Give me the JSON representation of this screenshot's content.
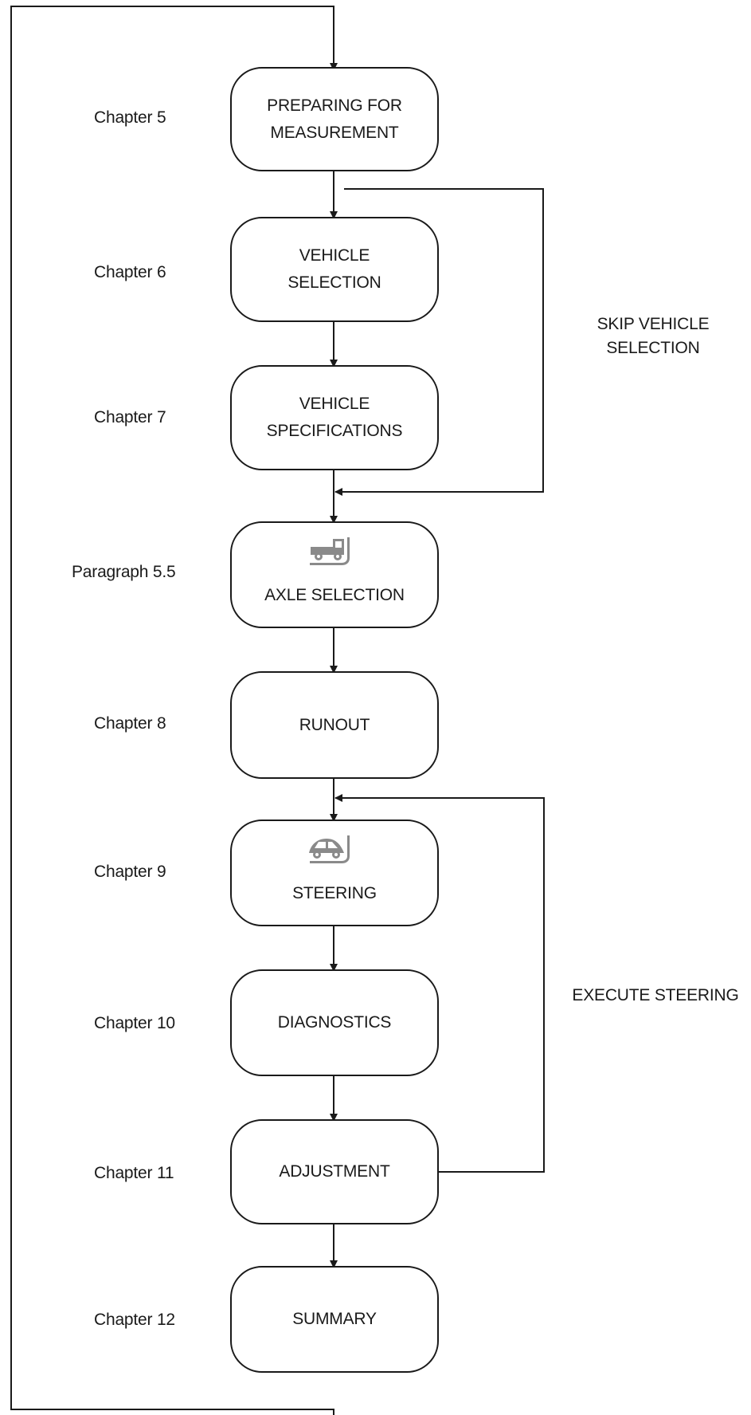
{
  "steps": [
    {
      "label": "PREPARING FOR\nMEASUREMENT",
      "ref": "Chapter 5"
    },
    {
      "label": "VEHICLE\nSELECTION",
      "ref": "Chapter 6"
    },
    {
      "label": "VEHICLE\nSPECIFICATIONS",
      "ref": "Chapter 7"
    },
    {
      "label": "AXLE SELECTION",
      "ref": "Paragraph 5.5",
      "icon": "truck-icon"
    },
    {
      "label": "RUNOUT",
      "ref": "Chapter 8"
    },
    {
      "label": "STEERING",
      "ref": "Chapter 9",
      "icon": "car-icon"
    },
    {
      "label": "DIAGNOSTICS",
      "ref": "Chapter 10"
    },
    {
      "label": "ADJUSTMENT",
      "ref": "Chapter 11"
    },
    {
      "label": "SUMMARY",
      "ref": "Chapter 12"
    }
  ],
  "loops": {
    "skip_vehicle_selection": "SKIP VEHICLE\nSELECTION",
    "execute_steering": "EXECUTE STEERING"
  },
  "colors": {
    "line": "#1a1a1a",
    "icon": "#8a8a8a"
  }
}
